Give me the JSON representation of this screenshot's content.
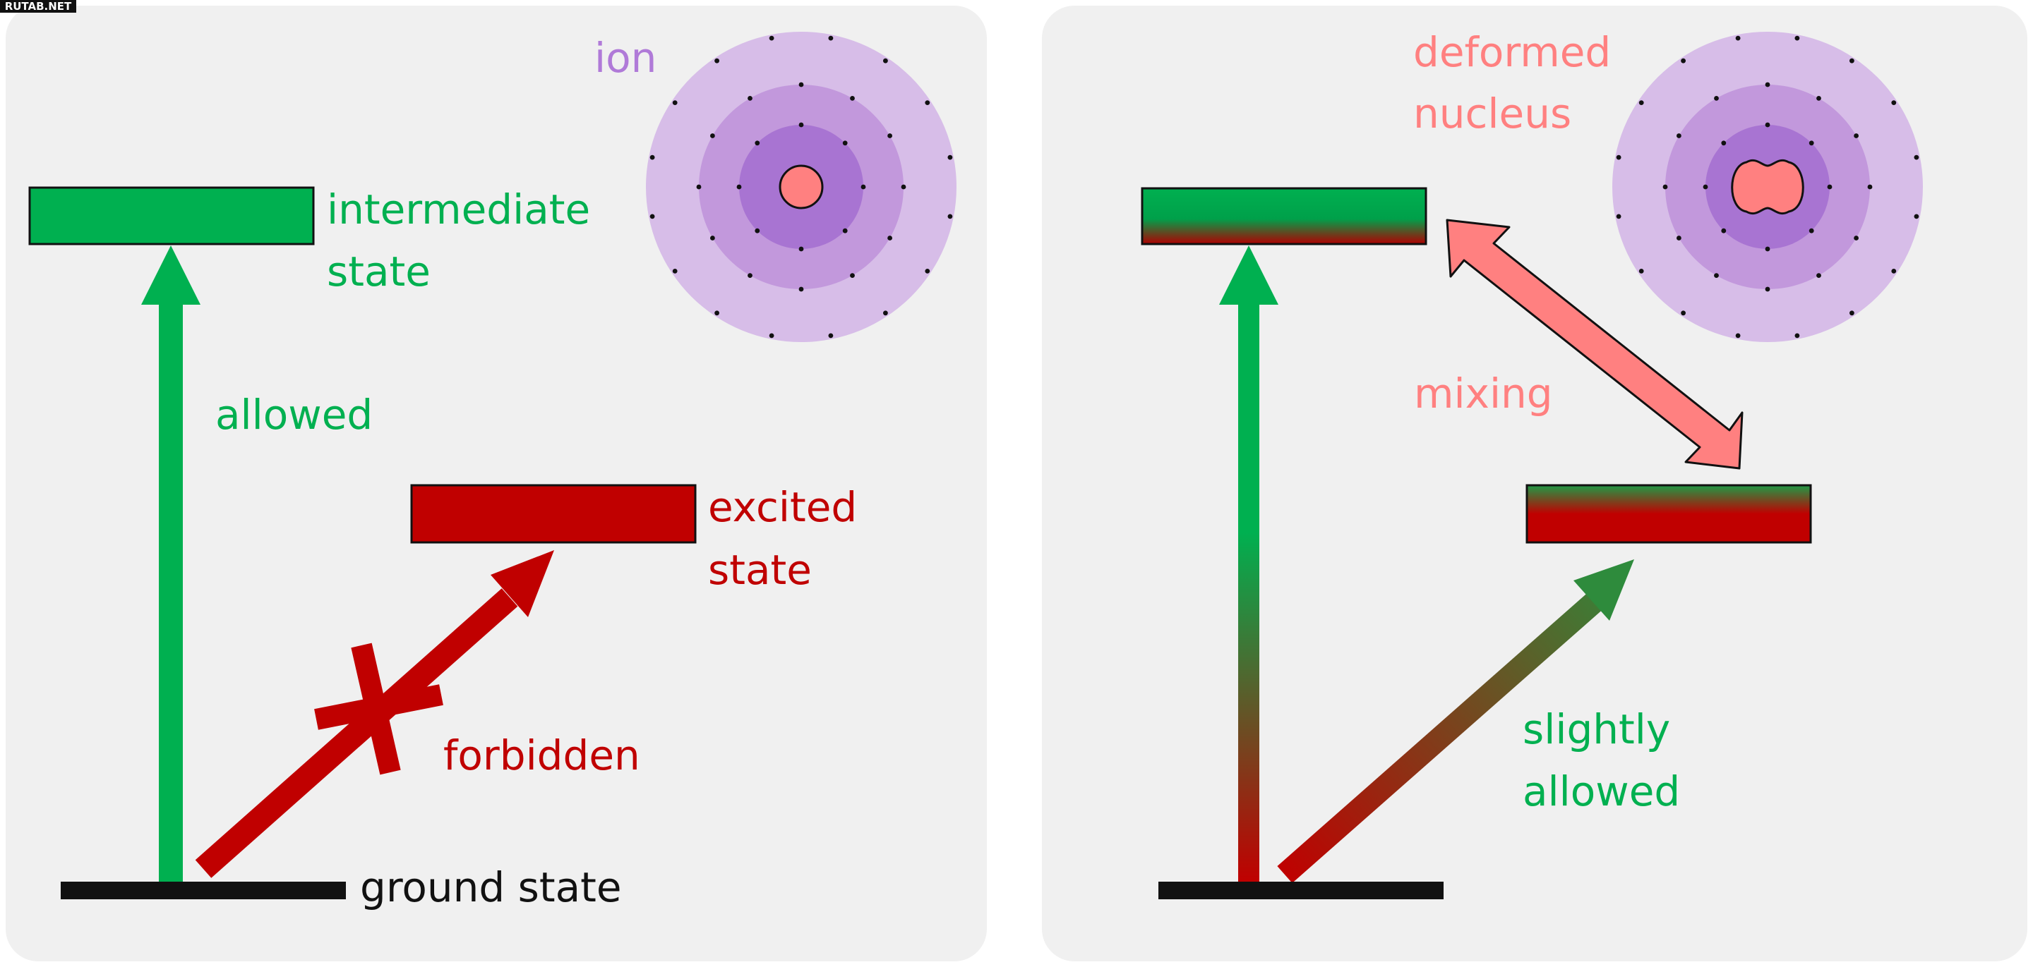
{
  "watermark": "RUTAB.NET",
  "colors": {
    "panel": "#f0f0f0",
    "green": "#00b050",
    "dark_green": "#2e8b3c",
    "red": "#c00000",
    "salmon": "#ff8080",
    "ion_label": "#b07ad8",
    "black": "#111111",
    "shell_outer": "#d7bde8",
    "shell_mid": "#c298dc",
    "shell_inner": "#a874d2"
  },
  "left_panel": {
    "ion_label": "ion",
    "intermediate_state": [
      "intermediate",
      "state"
    ],
    "allowed": "allowed",
    "excited_state": [
      "excited",
      "state"
    ],
    "forbidden": "forbidden",
    "ground_state": "ground state"
  },
  "right_panel": {
    "nucleus_label": [
      "deformed",
      "nucleus"
    ],
    "mixing": "mixing",
    "slightly_allowed": [
      "slightly",
      "allowed"
    ]
  }
}
